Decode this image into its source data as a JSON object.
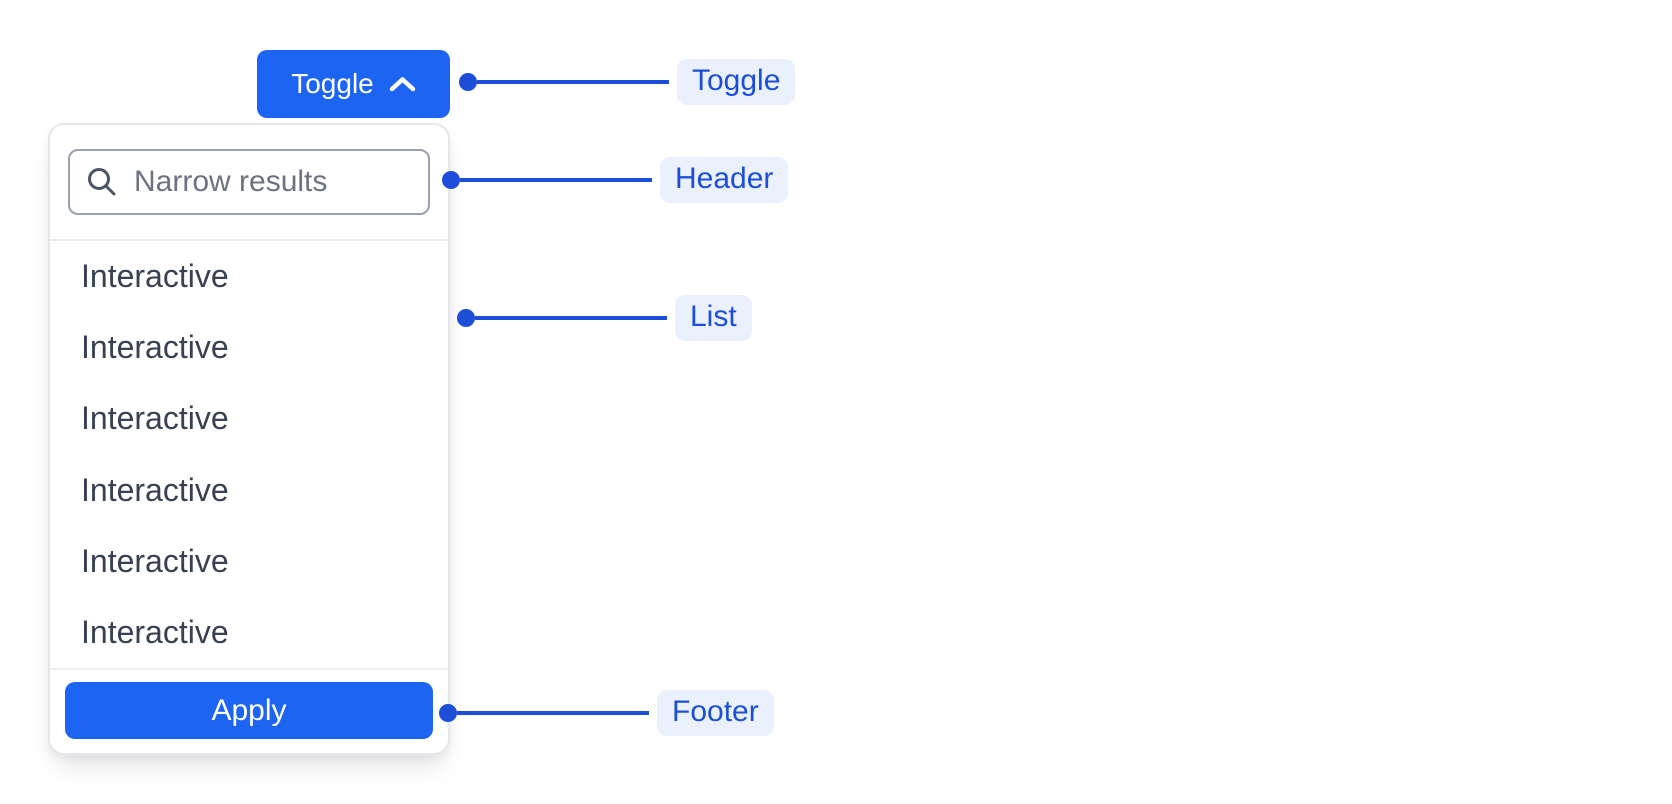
{
  "toggle_button": {
    "label": "Toggle",
    "icon": "chevron-up-icon"
  },
  "dropdown": {
    "search": {
      "placeholder": "Narrow results",
      "value": "",
      "icon": "search-icon"
    },
    "items": [
      "Interactive",
      "Interactive",
      "Interactive",
      "Interactive",
      "Interactive",
      "Interactive"
    ],
    "footer": {
      "apply_label": "Apply"
    }
  },
  "annotations": [
    {
      "label": "Toggle"
    },
    {
      "label": "Header"
    },
    {
      "label": "List"
    },
    {
      "label": "Footer"
    }
  ],
  "colors": {
    "primary": "#1c64f2",
    "primary_text": "#ffffff",
    "annotation": "#1d4ed8",
    "badge_bg": "#eaf1fd",
    "panel_border": "#e5e7eb",
    "divider": "#edeef1",
    "input_border": "#99a1ad",
    "text": "#374151",
    "placeholder": "#6b7280",
    "icon": "#4b5563"
  }
}
